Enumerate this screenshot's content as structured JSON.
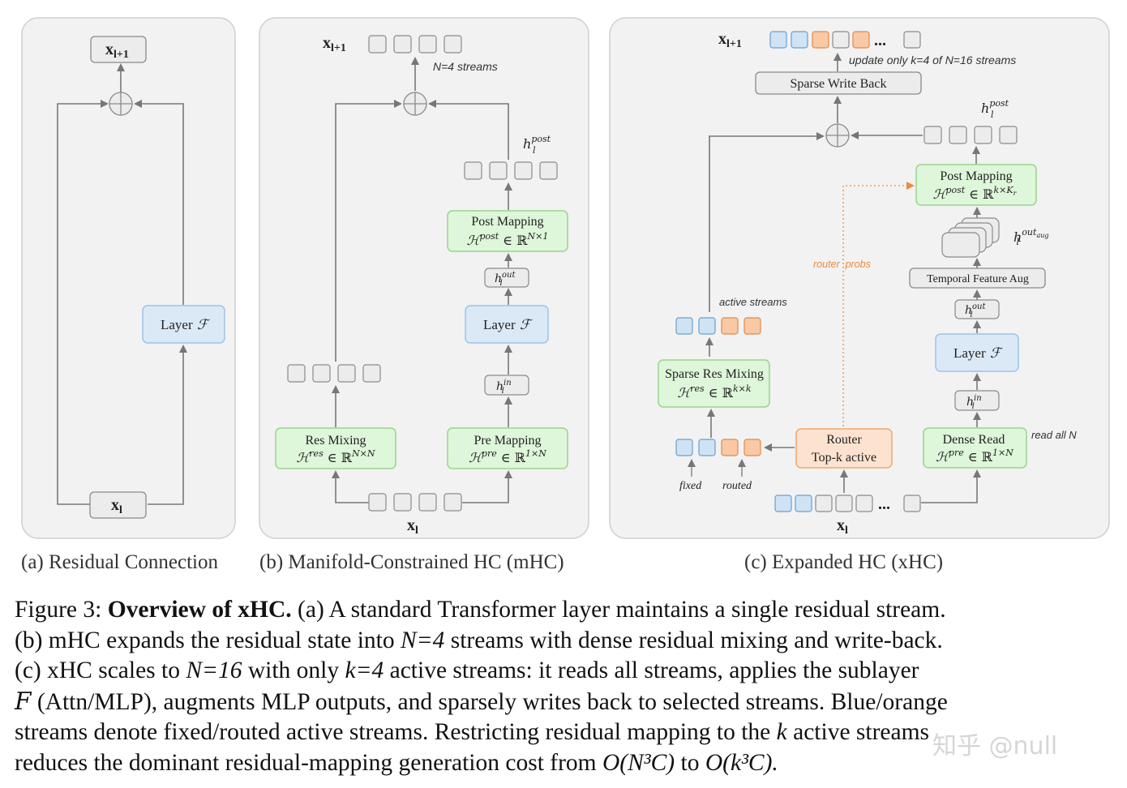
{
  "panel_a": {
    "label": "(a) Residual Connection",
    "x_out": "x",
    "x_out_sub": "l+1",
    "x_in": "x",
    "x_in_sub": "l",
    "layer": "Layer"
  },
  "panel_b": {
    "label": "(b) Manifold-Constrained HC (mHC)",
    "x_out": "x",
    "x_out_sub": "l+1",
    "x_in": "x",
    "x_in_sub": "l",
    "streams_note": "N=4 streams",
    "h_post": "post",
    "post_mapping": "Post Mapping",
    "post_mapping_sup": "post",
    "post_mapping_dim": "N×1",
    "h_out": "out",
    "layer": "Layer",
    "h_in": "in",
    "res_mixing": "Res Mixing",
    "res_mixing_sup": "res",
    "res_mixing_dim": "N×N",
    "pre_mapping": "Pre Mapping",
    "pre_mapping_sup": "pre",
    "pre_mapping_dim": "1×N"
  },
  "panel_c": {
    "label": "(c) Expanded HC (xHC)",
    "x_out": "x",
    "x_out_sub": "l+1",
    "x_in": "x",
    "x_in_sub": "l",
    "update_note": "update only k=4 of N=16 streams",
    "sparse_write_back": "Sparse Write Back",
    "h_post": "post",
    "post_mapping": "Post Mapping",
    "post_mapping_sup": "post",
    "post_mapping_dim": "k×K",
    "post_mapping_dim_sub": "r",
    "h_out_aug": "out",
    "h_out_aug_sub": "aug",
    "temporal": "Temporal Feature Aug",
    "router_probs": "router  probs",
    "h_out": "out",
    "layer": "Layer",
    "h_in": "in",
    "active_streams": "active streams",
    "sparse_res_mixing": "Sparse Res Mixing",
    "sparse_res_sup": "res",
    "sparse_res_dim": "k×k",
    "router_line1": "Router",
    "router_line2": "Top-k active",
    "dense_read": "Dense Read",
    "dense_read_sup": "pre",
    "dense_read_dim": "1×N",
    "read_all": "read all N",
    "fixed": "fixed",
    "routed": "routed",
    "ellipsis": "..."
  },
  "caption": {
    "figure_label": "Figure 3:",
    "title": "Overview of xHC.",
    "s1": "(a) A standard Transformer layer maintains a single residual stream.",
    "s2a": "(b) mHC expands the residual state into",
    "N4": "N=4",
    "s2b": "streams with dense residual mixing and write-back.",
    "s3a": "(c) xHC scales to",
    "N16": "N=16",
    "s3b": "with only",
    "k4": "k=4",
    "s3c": "active streams: it reads all streams, applies the sublayer",
    "F": "F",
    "s4": "(Attn/MLP), augments MLP outputs, and sparsely writes back to selected streams. Blue/orange",
    "s5": "streams denote fixed/routed active streams. Restricting residual mapping to the",
    "k": "k",
    "s5b": "active streams",
    "s6a": "reduces the dominant residual-mapping generation cost from",
    "cost1": "O(N³C)",
    "s6b": "to",
    "cost2": "O(k³C).",
    "watermark": "知乎 @null"
  },
  "colors": {
    "panel_bg": "#f2f2f2",
    "box_gray": "#ececec",
    "box_blue": "#dbe9f7",
    "box_green": "#def6d9",
    "box_orange": "#fde3cf",
    "stream_blue": "#cfe3f5",
    "stream_orange": "#f8c9a4",
    "router_probs": "#f08a3c"
  }
}
